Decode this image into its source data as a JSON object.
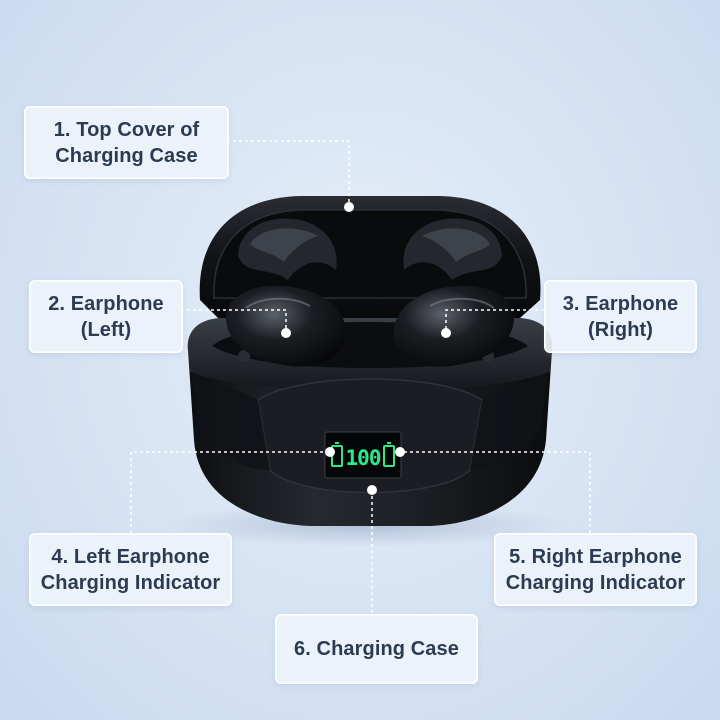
{
  "callouts": [
    {
      "id": "c1",
      "lines": [
        "1. Top Cover of",
        "Charging Case"
      ]
    },
    {
      "id": "c2",
      "lines": [
        "2. Earphone",
        "(Left)"
      ]
    },
    {
      "id": "c3",
      "lines": [
        "3. Earphone",
        "(Right)"
      ]
    },
    {
      "id": "c4",
      "lines": [
        "4. Left Earphone",
        "Charging Indicator"
      ]
    },
    {
      "id": "c5",
      "lines": [
        "5. Right Earphone",
        "Charging Indicator"
      ]
    },
    {
      "id": "c6",
      "lines": [
        "6. Charging Case"
      ]
    }
  ],
  "display": {
    "value": "100",
    "color": "#2de88a"
  },
  "colors": {
    "case": "#17191d",
    "lid": "#0e1013",
    "connector": "#ffffff"
  }
}
